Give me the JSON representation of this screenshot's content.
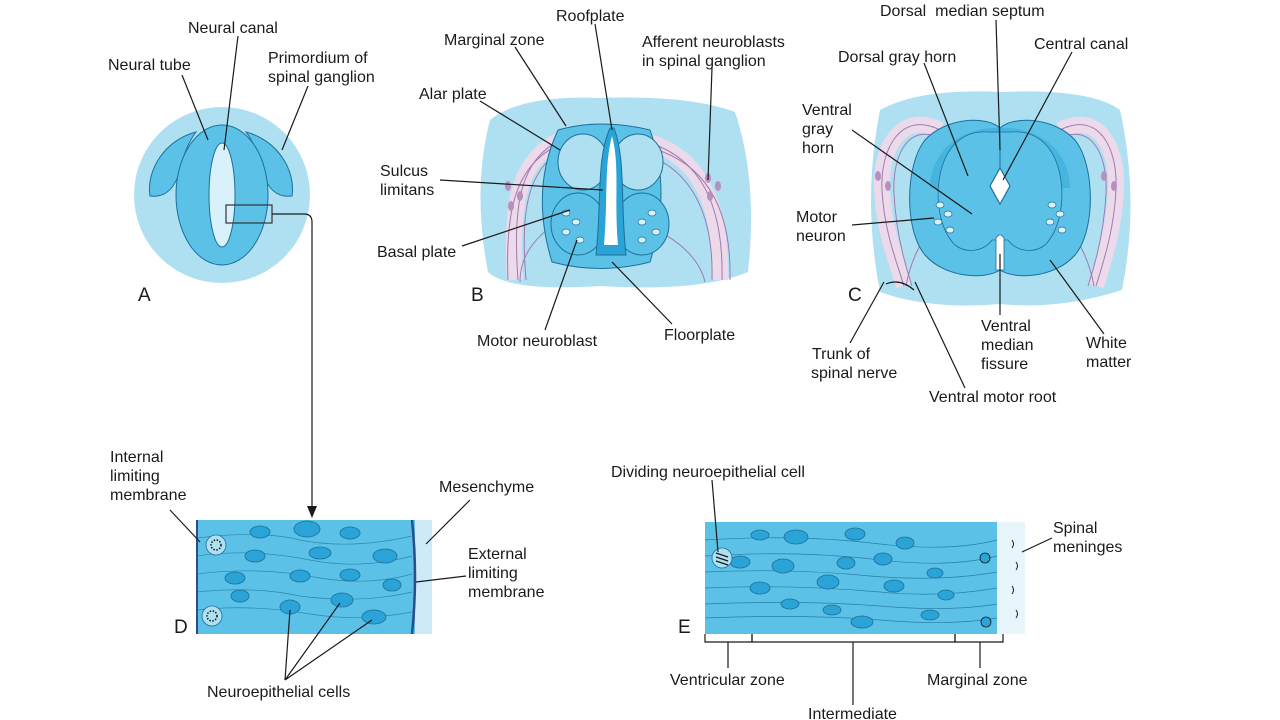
{
  "colors": {
    "light": "#aee0f2",
    "medium": "#5bc1e6",
    "dark": "#2aa3d6",
    "outline": "#1d6f9a",
    "nerve": "#ecd9ea",
    "neuron": "#b98fc0"
  },
  "panels": {
    "a": "A",
    "b": "B",
    "c": "C",
    "d": "D",
    "e": "E"
  },
  "labels": {
    "a": {
      "neural_canal": "Neural canal",
      "neural_tube": "Neural tube",
      "primordium_1": "Primordium of",
      "primordium_2": "spinal ganglion"
    },
    "b": {
      "roofplate": "Roofplate",
      "marginal_zone": "Marginal zone",
      "afferent_1": "Afferent neuroblasts",
      "afferent_2": "in spinal ganglion",
      "alar_plate": "Alar plate",
      "sulcus_1": "Sulcus",
      "sulcus_2": "limitans",
      "basal_plate": "Basal plate",
      "motor_neuroblast": "Motor neuroblast",
      "floorplate": "Floorplate"
    },
    "c": {
      "dorsal_median_septum": "Dorsal  median septum",
      "dorsal_gray_horn": "Dorsal gray horn",
      "central_canal": "Central canal",
      "ventral_gray_1": "Ventral",
      "ventral_gray_2": "gray",
      "ventral_gray_3": "horn",
      "motor_neuron_1": "Motor",
      "motor_neuron_2": "neuron",
      "trunk_1": "Trunk of",
      "trunk_2": "spinal nerve",
      "ventral_median_1": "Ventral",
      "ventral_median_2": "median",
      "ventral_median_3": "fissure",
      "white_matter_1": "White",
      "white_matter_2": "matter",
      "ventral_motor_root": "Ventral motor root"
    },
    "d": {
      "internal_1": "Internal",
      "internal_2": "limiting",
      "internal_3": "membrane",
      "mesenchyme": "Mesenchyme",
      "external_1": "External",
      "external_2": "limiting",
      "external_3": "membrane",
      "neuroepithelial": "Neuroepithelial cells"
    },
    "e": {
      "dividing": "Dividing neuroepithelial cell",
      "spinal_1": "Spinal",
      "spinal_2": "meninges",
      "ventricular_zone": "Ventricular zone",
      "marginal_zone": "Marginal zone",
      "intermediate": "Intermediate"
    }
  }
}
